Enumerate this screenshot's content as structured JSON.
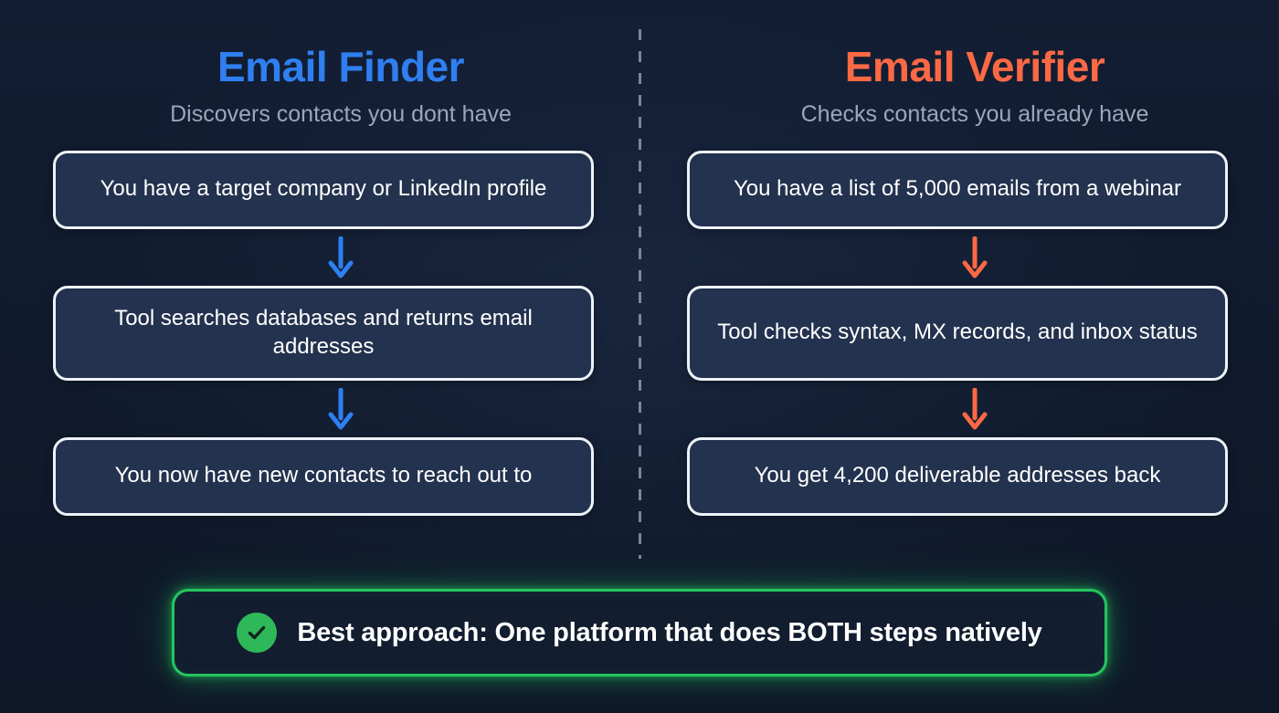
{
  "background_color": "#111c30",
  "columns": [
    {
      "key": "finder",
      "title": "Email Finder",
      "title_color": "#2f7ff0",
      "subtitle": "Discovers contacts you dont have",
      "arrow_color": "#2f7ff0",
      "steps": [
        "You have a target company or LinkedIn profile",
        "Tool searches databases and returns email addresses",
        "You now have new contacts to reach out to"
      ]
    },
    {
      "key": "verifier",
      "title": "Email Verifier",
      "title_color": "#fb6944",
      "subtitle": "Checks contacts you already have",
      "arrow_color": "#fb6944",
      "steps": [
        "You have a list of 5,000 emails from a webinar",
        "Tool checks syntax, MX records, and inbox status",
        "You get 4,200 deliverable addresses back"
      ]
    }
  ],
  "banner": {
    "icon": "check-circle-icon",
    "text": "Best approach: One platform that does BOTH steps natively",
    "border_color": "#25c55e",
    "icon_color": "#2eb85a"
  },
  "divider": {
    "style": "dashed-vertical",
    "color": "#8c99ad"
  }
}
